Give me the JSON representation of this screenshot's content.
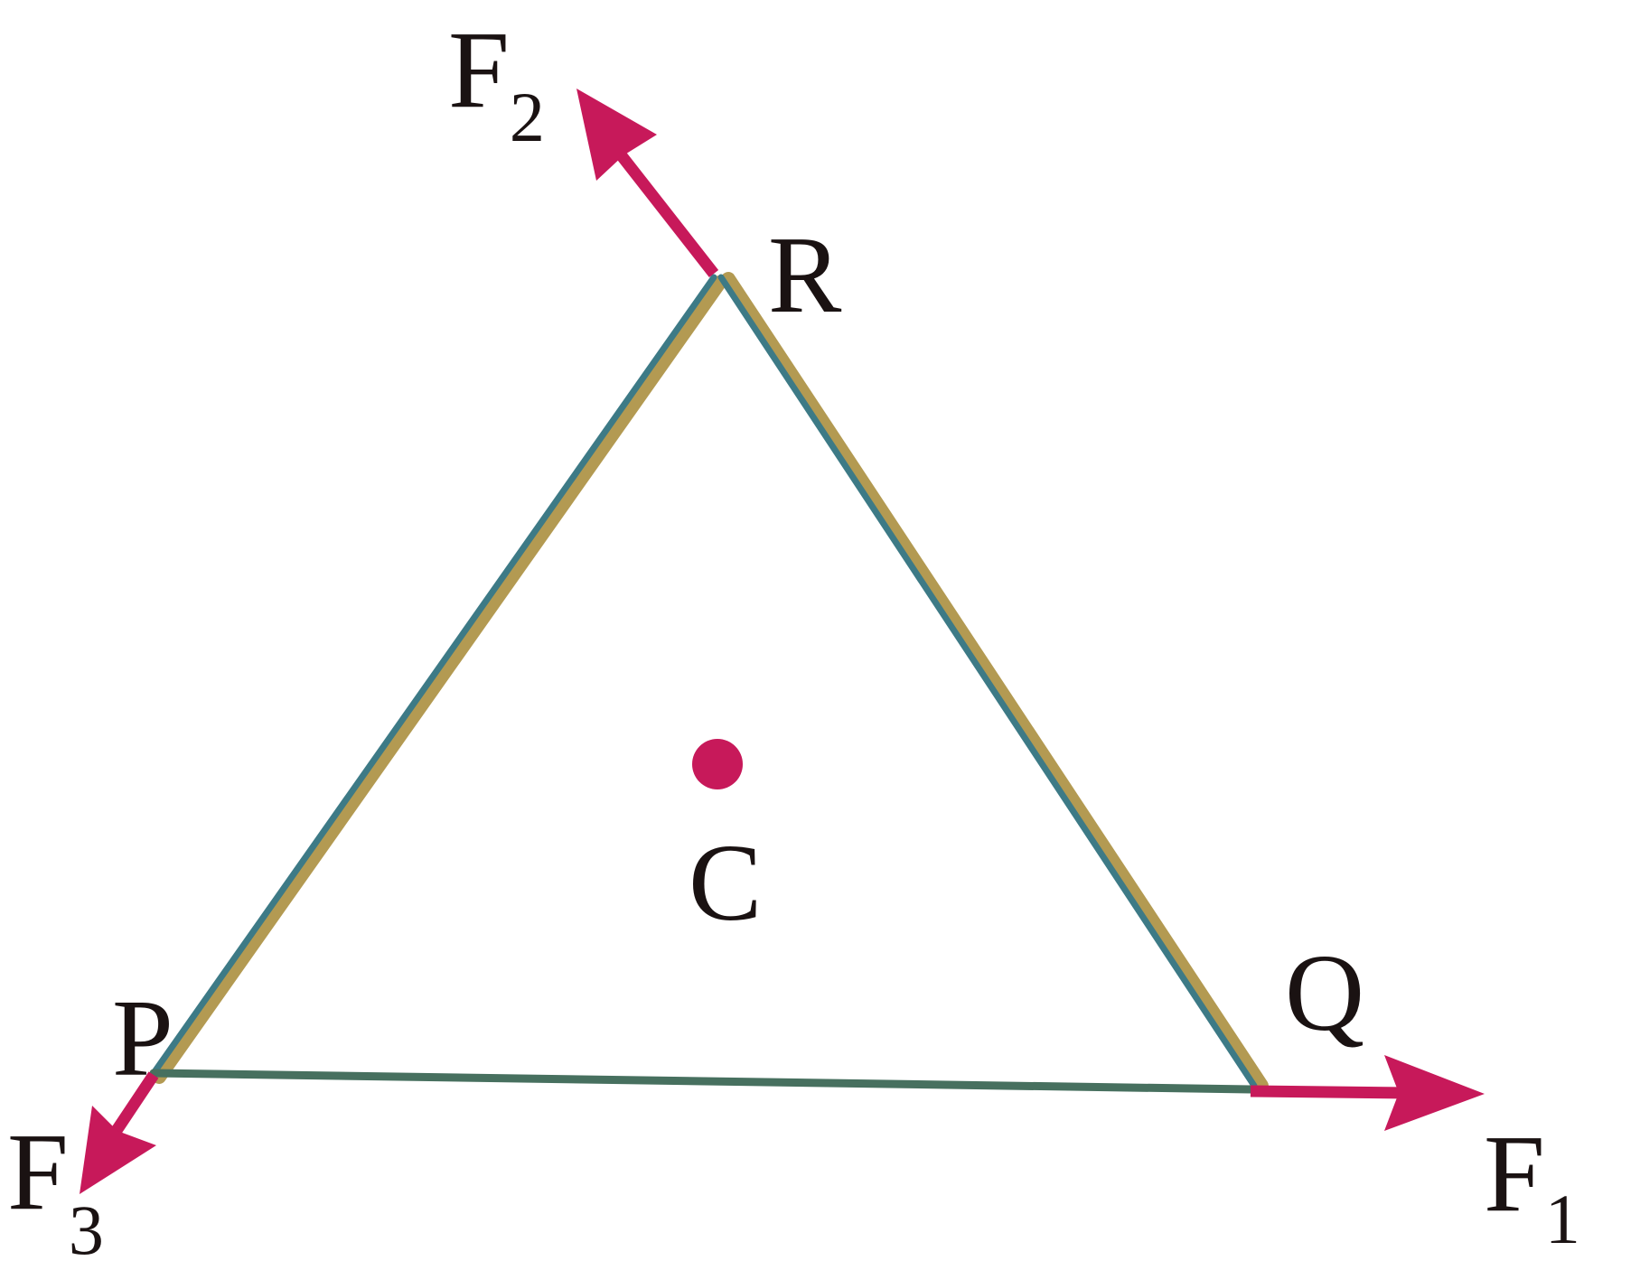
{
  "diagram": {
    "vertices": {
      "P": {
        "label": "P"
      },
      "Q": {
        "label": "Q"
      },
      "R": {
        "label": "R"
      }
    },
    "centroid": {
      "label": "C"
    },
    "forces": {
      "F1": {
        "symbol": "F",
        "subscript": "1",
        "acts_at": "Q",
        "direction": "along PQ, away from P"
      },
      "F2": {
        "symbol": "F",
        "subscript": "2",
        "acts_at": "R",
        "direction": "along QR, away from Q"
      },
      "F3": {
        "symbol": "F",
        "subscript": "3",
        "acts_at": "P",
        "direction": "along RP, away from R"
      }
    },
    "colors": {
      "edge": "#3d7a86",
      "edge_shade": "#b39a52",
      "base_edge": "#47705f",
      "force": "#c7195a",
      "point": "#c7195a",
      "text": "#1a1212"
    }
  }
}
